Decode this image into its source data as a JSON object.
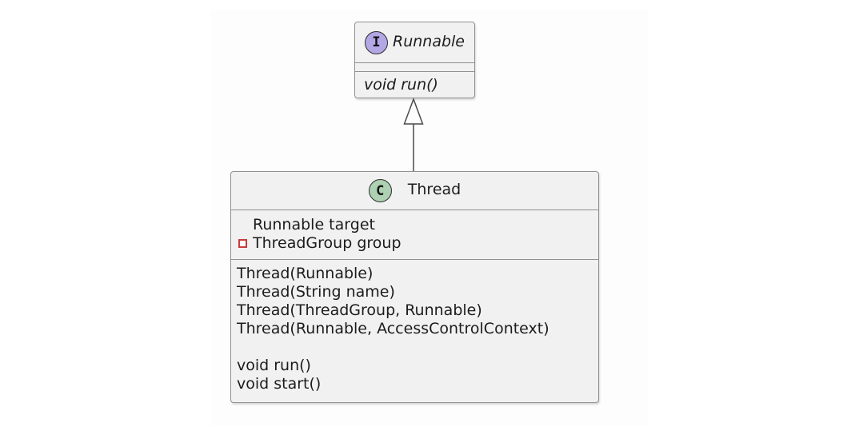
{
  "colors": {
    "box_fill": "#f1f1f1",
    "box_border": "#909090",
    "interface_icon_fill": "#b4a7e6",
    "class_icon_fill": "#add1b2",
    "private_field_icon_border": "#c83c3c",
    "text": "#1c1c1c",
    "arrow": "#4a4a4a"
  },
  "interface_box": {
    "icon_letter": "I",
    "name": "Runnable",
    "methods": [
      "void run()"
    ]
  },
  "class_box": {
    "icon_letter": "C",
    "name": "Thread",
    "fields": [
      {
        "visibility": "default",
        "text": "Runnable target"
      },
      {
        "visibility": "private",
        "text": "ThreadGroup group"
      }
    ],
    "methods": [
      "Thread(Runnable)",
      "Thread(String name)",
      "Thread(ThreadGroup, Runnable)",
      "Thread(Runnable, AccessControlContext)",
      "",
      "void run()",
      "void start()"
    ]
  },
  "relationship": {
    "type": "generalization",
    "from": "Thread",
    "to": "Runnable"
  }
}
